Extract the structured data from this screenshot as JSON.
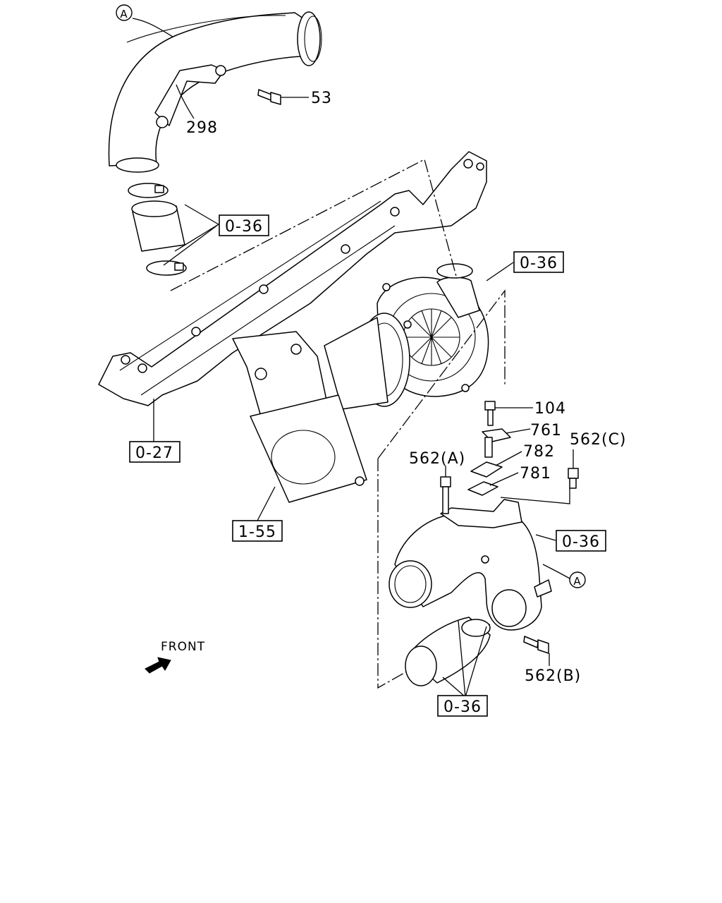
{
  "diagram": {
    "callouts": {
      "ref_a_top": "A",
      "ref_a_right": "A",
      "part_53": "53",
      "part_298": "298",
      "ref_036_clamps_top": "0-36",
      "ref_036_turbo_outlet": "0-36",
      "ref_027": "0-27",
      "ref_155": "1-55",
      "part_104": "104",
      "part_761": "761",
      "part_782": "782",
      "part_781": "781",
      "part_562a": "562(A)",
      "part_562c": "562(C)",
      "ref_036_intake_pipe": "0-36",
      "part_562b": "562(B)",
      "ref_036_bottom_hose": "0-36"
    },
    "front_indicator": {
      "label": "FRONT",
      "icon": "arrow-front-icon"
    }
  }
}
